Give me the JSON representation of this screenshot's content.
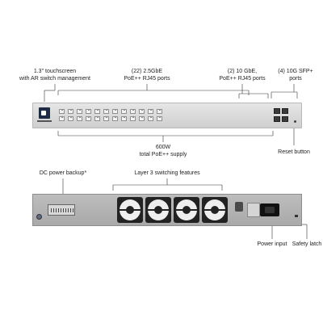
{
  "callouts": {
    "touchscreen": [
      "1.3\" touchscreen",
      "with AR switch management"
    ],
    "rj45_2_5g": [
      "(22) 2.5GbE",
      "PoE++ RJ45 ports"
    ],
    "rj45_10g": [
      "(2) 10 GbE,",
      "PoE++ RJ45 ports"
    ],
    "sfp": [
      "(4) 10G SFP+",
      "ports"
    ],
    "poe_supply": [
      "600W",
      "total PoE++ supply"
    ],
    "reset": [
      "Reset button"
    ],
    "dc_backup": [
      "DC power backup*"
    ],
    "layer3": [
      "Layer 3 switching features"
    ],
    "power_input": [
      "Power input"
    ],
    "safety_latch": [
      "Safety latch"
    ]
  },
  "front_panel": {
    "touchscreen_icon": "touchscreen-icon",
    "rj45_port_count": 24,
    "sfp_port_count": 4,
    "reset_icon": "reset-button-icon"
  },
  "rear_panel": {
    "fan_count": 4,
    "fan_icon": "fan-icon",
    "power_inlet_icon": "power-inlet-icon",
    "dc_connector_icon": "dc-connector-icon"
  }
}
